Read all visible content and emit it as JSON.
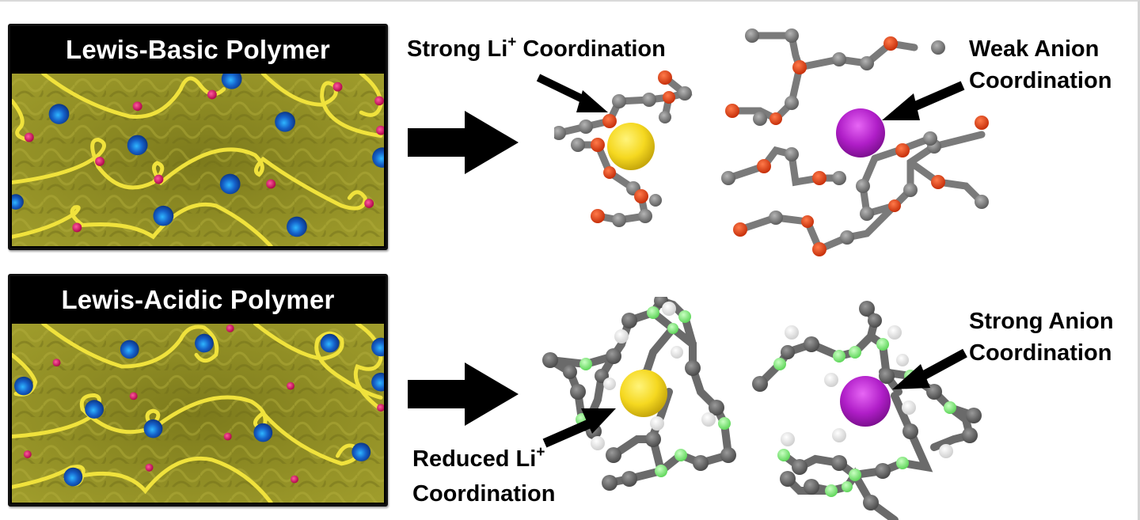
{
  "figure": {
    "rows": [
      {
        "id": "lewis-basic",
        "panel_title": "Lewis-Basic Polymer",
        "polymer_color": "#e8dc3a",
        "backbone_bg": "#8b8a22",
        "bound_ion": "anion",
        "bound_ion_color": "#d0145a",
        "free_ion": "Li+",
        "free_ion_color": "#1a55c0",
        "li_label": {
          "prefix": "Strong Li",
          "sup": "+",
          "suffix": " Coordination"
        },
        "anion_label": {
          "line1": "Weak Anion",
          "line2": "Coordination"
        },
        "heteroatom_color": "#e8421a"
      },
      {
        "id": "lewis-acidic",
        "panel_title": "Lewis-Acidic Polymer",
        "polymer_color": "#e8dc3a",
        "backbone_bg": "#8b8a22",
        "bound_ion": "Li+",
        "bound_ion_color": "#1a55c0",
        "free_ion": "anion",
        "free_ion_color": "#d0145a",
        "li_label": {
          "line1_prefix": "Reduced Li",
          "sup": "+",
          "line2": "Coordination"
        },
        "anion_label": {
          "line1": "Strong Anion",
          "line2": "Coordination"
        },
        "heteroatom_color": "#8ff08a"
      }
    ],
    "colors": {
      "lithium_sphere": "#f5d820",
      "anion_sphere": "#b01ec8",
      "carbon": "#7a7a7a",
      "hydrogen": "#f4f4f4",
      "arrow": "#000000"
    }
  }
}
